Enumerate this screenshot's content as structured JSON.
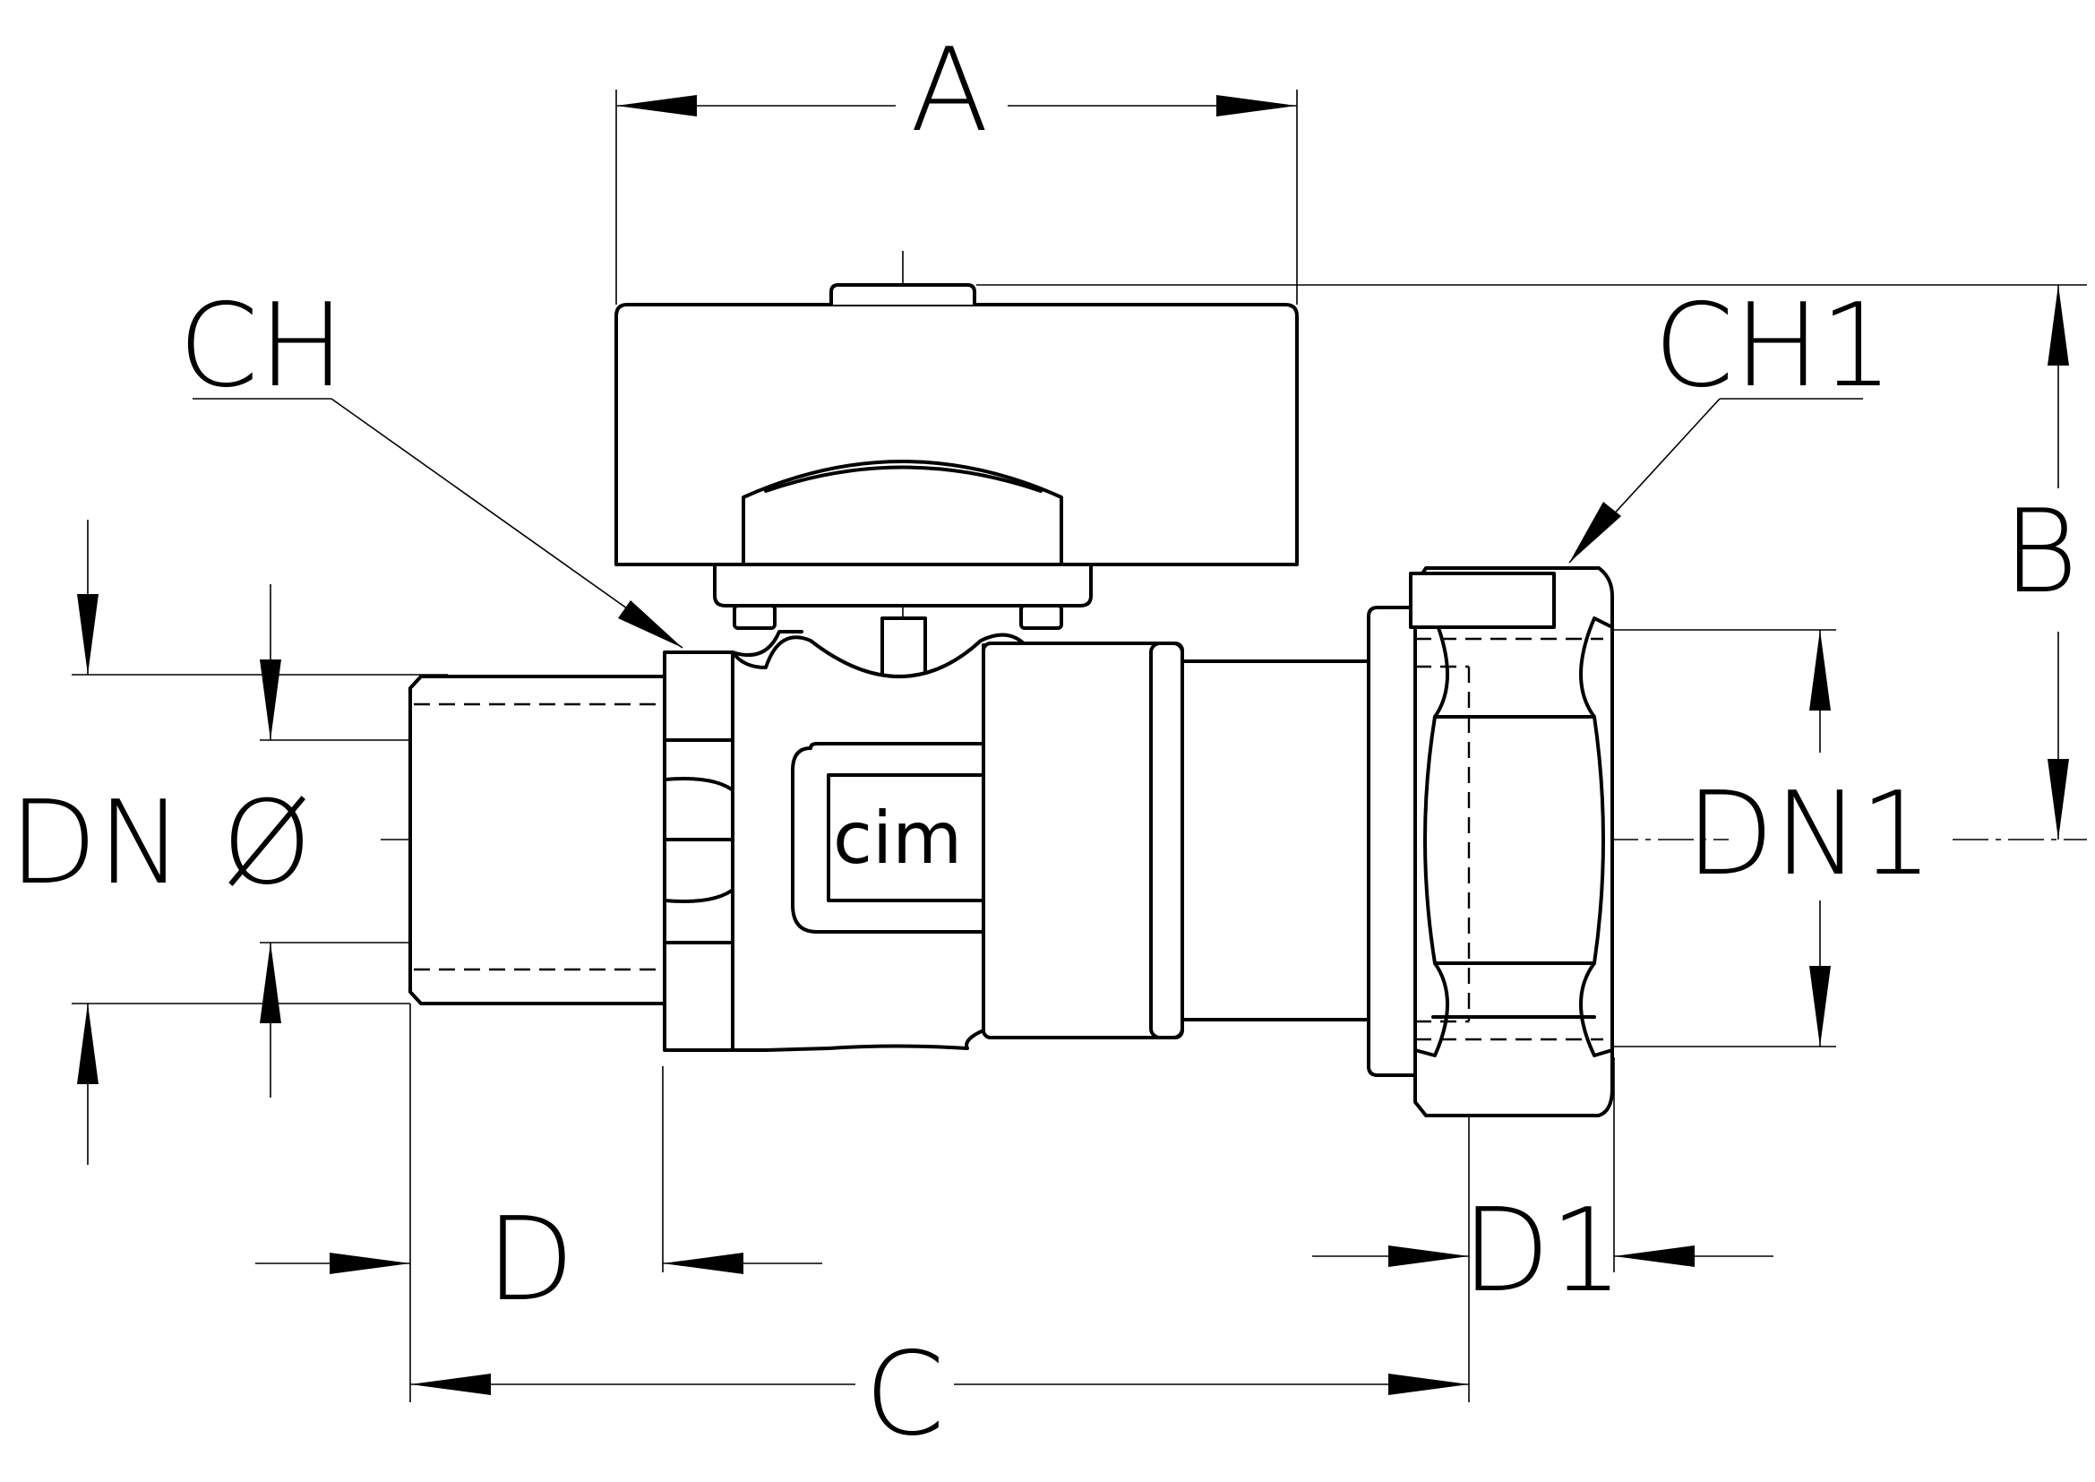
{
  "diagram": {
    "labels": {
      "A": "A",
      "B": "B",
      "C": "C",
      "D": "D",
      "D1": "D1",
      "CH": "CH",
      "CH1": "CH1",
      "DN": "DN",
      "DN1": "DN1",
      "diameter": "Ø"
    },
    "logo": "cim"
  }
}
